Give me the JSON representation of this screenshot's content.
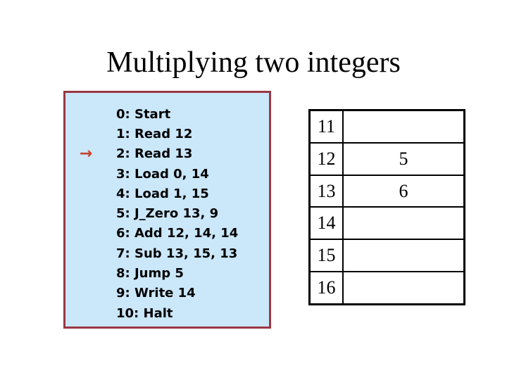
{
  "title": "Multiplying two integers",
  "program": {
    "current_line_marker": "→",
    "lines": [
      {
        "label": "0: Start"
      },
      {
        "label": "1: Read 12"
      },
      {
        "label": "2: Read 13"
      },
      {
        "label": "3: Load 0, 14"
      },
      {
        "label": "4: Load 1, 15"
      },
      {
        "label": "5: J_Zero 13, 9"
      },
      {
        "label": "6: Add 12, 14, 14"
      },
      {
        "label": "7: Sub 13, 15, 13"
      },
      {
        "label": "8: Jump 5"
      },
      {
        "label": "9: Write 14"
      },
      {
        "label": "10: Halt"
      }
    ],
    "current_line_index": 2
  },
  "memory": {
    "rows": [
      {
        "address": "11",
        "value": ""
      },
      {
        "address": "12",
        "value": "5"
      },
      {
        "address": "13",
        "value": "6"
      },
      {
        "address": "14",
        "value": ""
      },
      {
        "address": "15",
        "value": ""
      },
      {
        "address": "16",
        "value": ""
      }
    ]
  },
  "colors": {
    "program_box_fill": "#cbe7fa",
    "program_box_border": "#993744",
    "arrow": "#c8432a",
    "table_border": "#000000",
    "text": "#000000"
  }
}
